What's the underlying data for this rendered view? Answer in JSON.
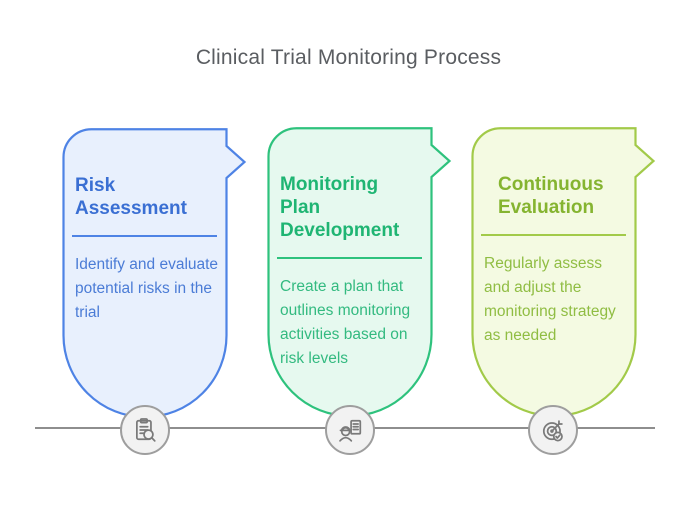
{
  "title": "Clinical Trial Monitoring Process",
  "title_color": "#5a5d61",
  "timeline_color": "#8e8e8e",
  "node_background": "#f2f2f2",
  "node_border": "#9e9e9e",
  "steps": [
    {
      "title": "Risk\nAssessment",
      "description": "Identify and evaluate\npotential risks in the\ntrial",
      "icon": "clipboard-magnifier-icon",
      "colors": {
        "background": "#e8f0fd",
        "border": "#4e83e5",
        "title_text": "#3a6fd3",
        "body_text": "#4b7cd6"
      }
    },
    {
      "title": "Monitoring\nPlan\nDevelopment",
      "description": "Create a plan that\noutlines monitoring\nactivities based on\nrisk levels",
      "icon": "auditor-checklist-icon",
      "colors": {
        "background": "#e6f9ef",
        "border": "#2ec27d",
        "title_text": "#1fb573",
        "body_text": "#33ba80"
      }
    },
    {
      "title": "Continuous\nEvaluation",
      "description": "Regularly assess\nand adjust the\nmonitoring strategy\nas needed",
      "icon": "target-check-icon",
      "colors": {
        "background": "#f4fae2",
        "border": "#a2ca49",
        "title_text": "#85b430",
        "body_text": "#90bd43"
      }
    }
  ]
}
